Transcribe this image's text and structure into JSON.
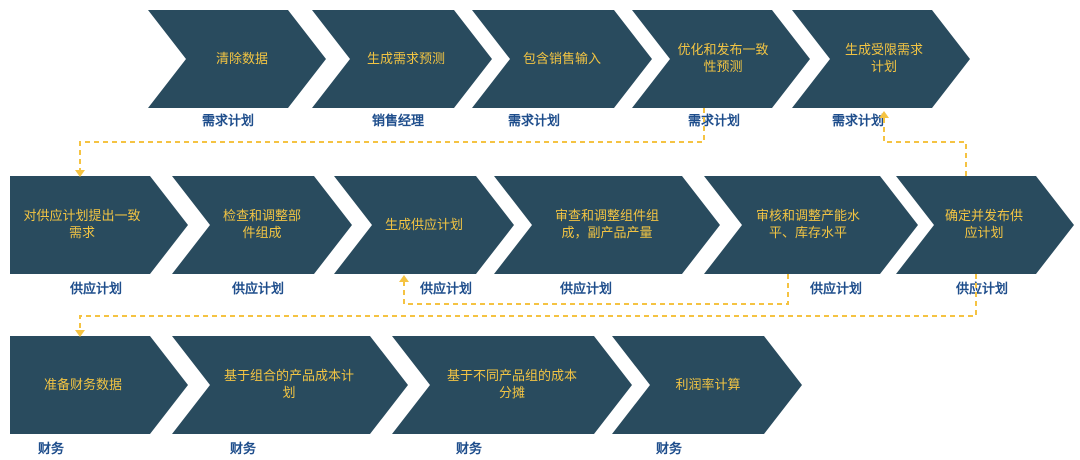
{
  "rows": [
    {
      "steps": [
        {
          "text": "清除数据",
          "role": "需求计划"
        },
        {
          "text": "生成需求预测",
          "role": "销售经理"
        },
        {
          "text": "包含销售输入",
          "role": "需求计划"
        },
        {
          "text": "优化和发布一致性预测",
          "role": "需求计划"
        },
        {
          "text": "生成受限需求计划",
          "role": "需求计划"
        }
      ]
    },
    {
      "steps": [
        {
          "text": "对供应计划提出一致需求",
          "role": "供应计划"
        },
        {
          "text": "检查和调整部件组成",
          "role": "供应计划"
        },
        {
          "text": "生成供应计划",
          "role": "供应计划"
        },
        {
          "text": "审查和调整组件组成，副产品产量",
          "role": "供应计划"
        },
        {
          "text": "审核和调整产能水平、库存水平",
          "role": "供应计划"
        },
        {
          "text": "确定并发布供应计划",
          "role": "供应计划"
        }
      ]
    },
    {
      "steps": [
        {
          "text": "准备财务数据",
          "role": "财务"
        },
        {
          "text": "基于组合的产品成本计划",
          "role": "财务"
        },
        {
          "text": "基于不同产品组的成本分摊",
          "role": "财务"
        },
        {
          "text": "利润率计算",
          "role": "财务"
        }
      ]
    }
  ],
  "colors": {
    "chevron_fill": "#294b5e",
    "chevron_text": "#f2c443",
    "role_text": "#1f4e8c",
    "connector": "#f5c342"
  }
}
